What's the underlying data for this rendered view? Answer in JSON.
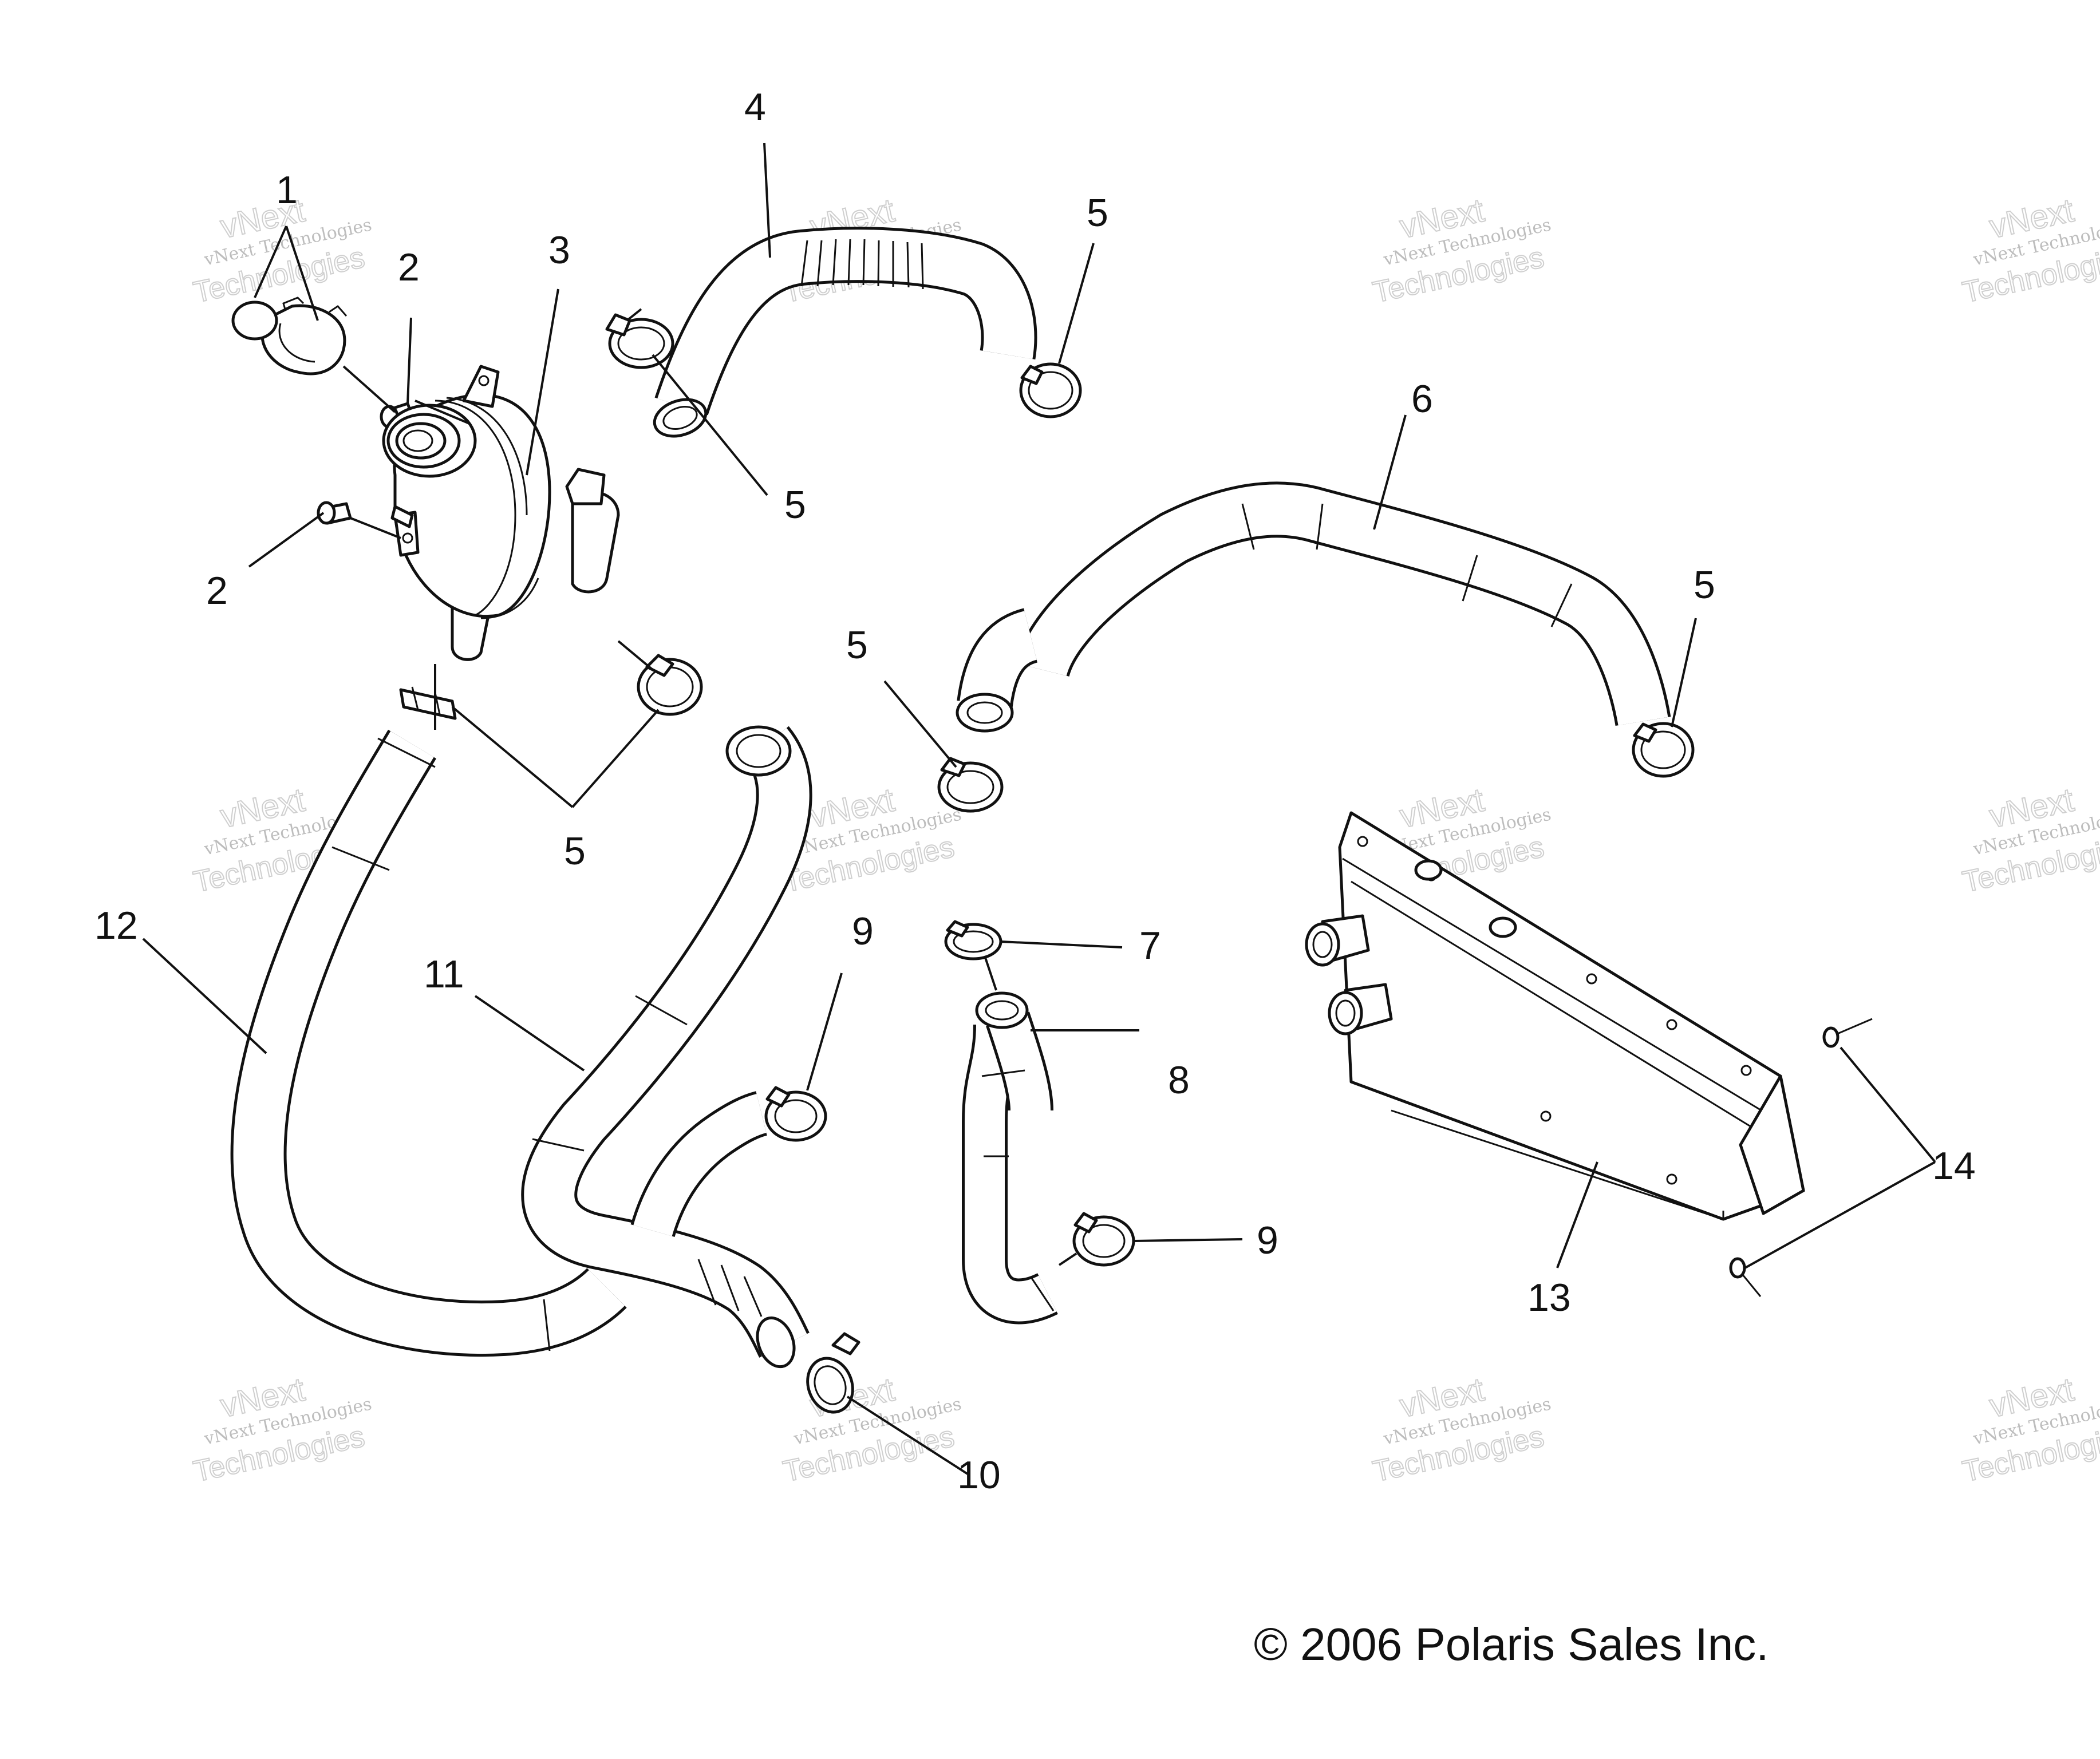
{
  "callouts": [
    {
      "id": "1",
      "text": "1"
    },
    {
      "id": "2a",
      "text": "2"
    },
    {
      "id": "2b",
      "text": "2"
    },
    {
      "id": "3",
      "text": "3"
    },
    {
      "id": "4",
      "text": "4"
    },
    {
      "id": "5a",
      "text": "5"
    },
    {
      "id": "5b",
      "text": "5"
    },
    {
      "id": "5c",
      "text": "5"
    },
    {
      "id": "5d",
      "text": "5"
    },
    {
      "id": "5e",
      "text": "5"
    },
    {
      "id": "6",
      "text": "6"
    },
    {
      "id": "7",
      "text": "7"
    },
    {
      "id": "8",
      "text": "8"
    },
    {
      "id": "9a",
      "text": "9"
    },
    {
      "id": "9b",
      "text": "9"
    },
    {
      "id": "10",
      "text": "10"
    },
    {
      "id": "11",
      "text": "11"
    },
    {
      "id": "12",
      "text": "12"
    },
    {
      "id": "13",
      "text": "13"
    },
    {
      "id": "14",
      "text": "14"
    }
  ],
  "copyright": "© 2006 Polaris Sales Inc.",
  "watermark": {
    "line1": "vNext Technologies",
    "line2": "vNext",
    "line3": "Technologies"
  }
}
